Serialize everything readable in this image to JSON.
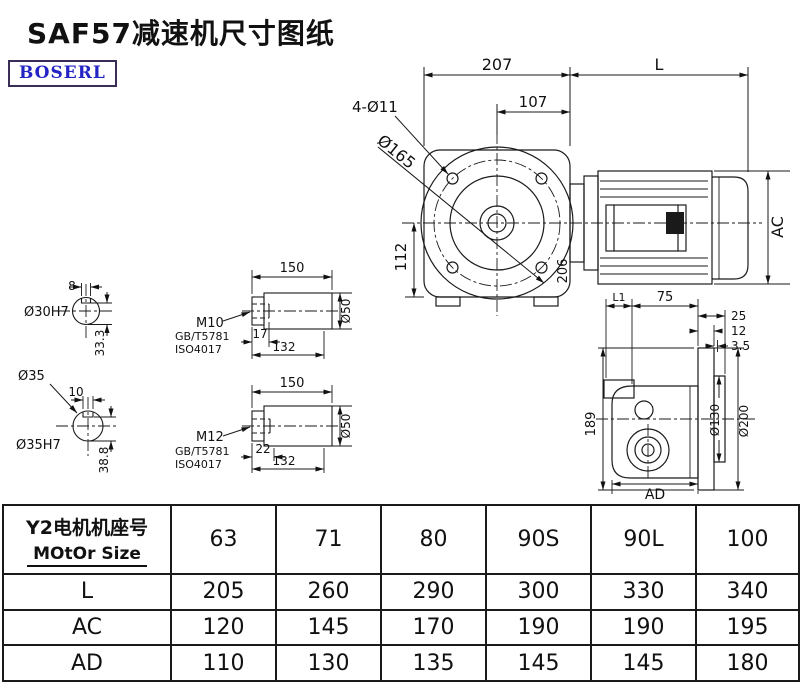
{
  "page": {
    "title": "SAF57减速机尺寸图纸",
    "brand": "BOSERL"
  },
  "drawing": {
    "main_view": {
      "dim_width": "207",
      "dim_motor_length": "L",
      "dim_half_width": "107",
      "bolt_holes": "4-Ø11",
      "flange_dia": "Ø165",
      "dim_center_height": "112",
      "dim_motor_height": "AC",
      "dim_depth": "206"
    },
    "shaft_detail_1": {
      "key_width": "8",
      "bore": "Ø30H7",
      "key_depth": "33.3",
      "length": "150",
      "thread": "M10",
      "standard_1": "GB/T5781",
      "standard_2": "ISO4017",
      "thread_depth": "17",
      "dim_132": "132",
      "shaft_dia": "Ø50"
    },
    "shaft_detail_2": {
      "outer_dia": "Ø35",
      "key_width": "10",
      "bore": "Ø35H7",
      "key_depth": "38.8",
      "length": "150",
      "thread": "M12",
      "standard_1": "GB/T5781",
      "standard_2": "ISO4017",
      "thread_depth": "22",
      "dim_132": "132",
      "shaft_dia": "Ø50"
    },
    "side_view": {
      "dim_l1": "L1",
      "dim_75": "75",
      "dim_25": "25",
      "dim_12": "12",
      "dim_3_5": "3.5",
      "dim_height": "189",
      "spigot_dia": "Ø130",
      "flange_dia": "Ø200",
      "dim_ad": "AD"
    }
  },
  "table": {
    "motor_row_label_cn": "Y2电机机座号",
    "motor_row_label_en": "MOtOr Size",
    "motor_sizes": [
      "63",
      "71",
      "80",
      "90S",
      "90L",
      "100"
    ],
    "rows": [
      {
        "label": "L",
        "values": [
          "205",
          "260",
          "290",
          "300",
          "330",
          "340"
        ]
      },
      {
        "label": "AC",
        "values": [
          "120",
          "145",
          "170",
          "190",
          "190",
          "195"
        ]
      },
      {
        "label": "AD",
        "values": [
          "110",
          "130",
          "135",
          "145",
          "145",
          "180"
        ]
      }
    ]
  }
}
